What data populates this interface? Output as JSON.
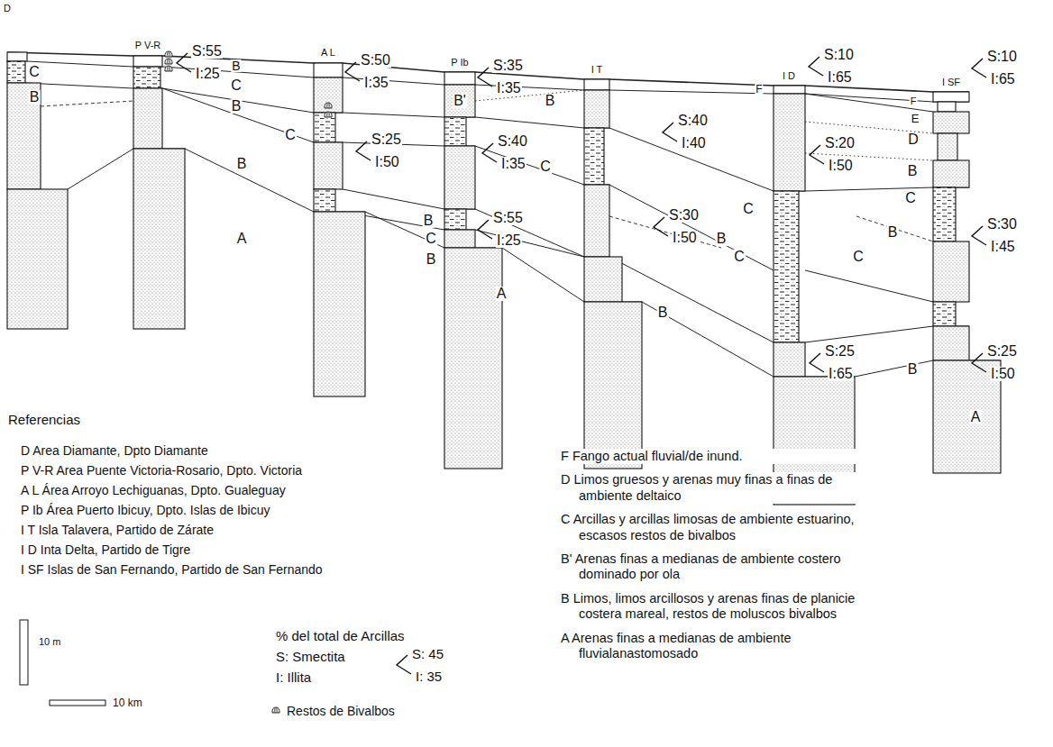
{
  "diagram": {
    "labels": [
      "D",
      "P V-R",
      "A L",
      "P Ib",
      "I T",
      "I D",
      "I SF",
      "C",
      "B",
      "B",
      "C",
      "B",
      "C",
      "B",
      "A",
      "B'",
      "B",
      "C",
      "B",
      "C",
      "B",
      "A",
      "C",
      "B",
      "C",
      "B",
      "F",
      "F",
      "E",
      "D",
      "B",
      "C",
      "B",
      "C",
      "B",
      "A",
      "S:55",
      "I:25",
      "S:50",
      "I:35",
      "S:35",
      "I:35",
      "S:40",
      "I:40",
      "S:10",
      "I:65",
      "S:10",
      "I:65",
      "S:25",
      "I:50",
      "S:40",
      "I:35",
      "S:20",
      "I:50",
      "S:30",
      "I:50",
      "S:55",
      "I:25",
      "S:30",
      "I:45",
      "S:25",
      "I:65",
      "S:25",
      "I:50",
      "Referencias",
      "D Area Diamante, Dpto Diamante",
      "P V-R Area Puente Victoria-Rosario, Dpto. Victoria",
      "A L Área Arroyo Lechiguanas, Dpto. Gualeguay",
      "P Ib Área Puerto Ibicuy, Dpto. Islas de Ibicuy",
      "I T Isla Talavera, Partido de Zárate",
      "I D Inta Delta, Partido de Tigre",
      "I SF Islas de San Fernando, Partido de San Fernando",
      "10 m",
      "10 km",
      "% del total de Arcillas",
      "S: Smectita",
      "I: Illita",
      "S: 45",
      "I: 35",
      "F Fango actual fluvial/de inund.",
      "D Limos gruesos y arenas muy finas a finas de ambiente deltaico",
      "C Arcillas y arcillas limosas de ambiente estuarino, escasos restos de bivalbos",
      "B' Arenas finas a medianas de ambiente costero dominado por ola",
      "B Limos, limos arcillosos y arenas finas de planicie costera mareal, restos de moluscos bivalbos",
      "A Arenas finas a medianas de ambiente fluvialanastomosado"
    ],
    "legend": [
      {
        "text": "Restos de Bivalbos"
      }
    ]
  }
}
